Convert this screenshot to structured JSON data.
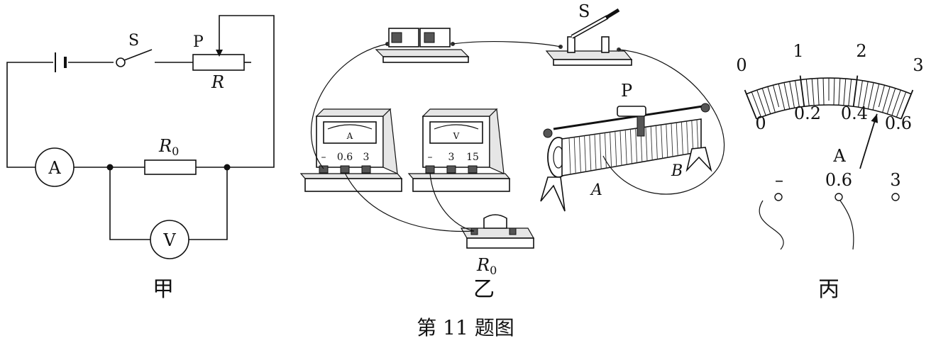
{
  "caption": "第 11 题图",
  "panel_jia": {
    "label": "甲",
    "switch_label": "S",
    "slider_label": "P",
    "rheostat_label": "R",
    "resistor_label": "R",
    "resistor_sub": "0",
    "ammeter_symbol": "A",
    "voltmeter_symbol": "V"
  },
  "panel_yi": {
    "label": "乙",
    "switch_label": "S",
    "slider_label": "P",
    "end_a": "A",
    "end_b": "B",
    "resistor_label": "R",
    "resistor_sub": "0",
    "ammeter_face": "A",
    "ammeter_terminals": [
      "–",
      "0.6",
      "3"
    ],
    "voltmeter_face": "V",
    "voltmeter_terminals": [
      "–",
      "3",
      "15"
    ]
  },
  "panel_bing": {
    "label": "丙",
    "top_scale": [
      "0",
      "1",
      "2",
      "3"
    ],
    "bottom_scale": [
      "0",
      "0.2",
      "0.4",
      "0.6"
    ],
    "meter_symbol": "A",
    "terminals": [
      "–",
      "0.6",
      "3"
    ],
    "needle_reading": 0.5
  }
}
